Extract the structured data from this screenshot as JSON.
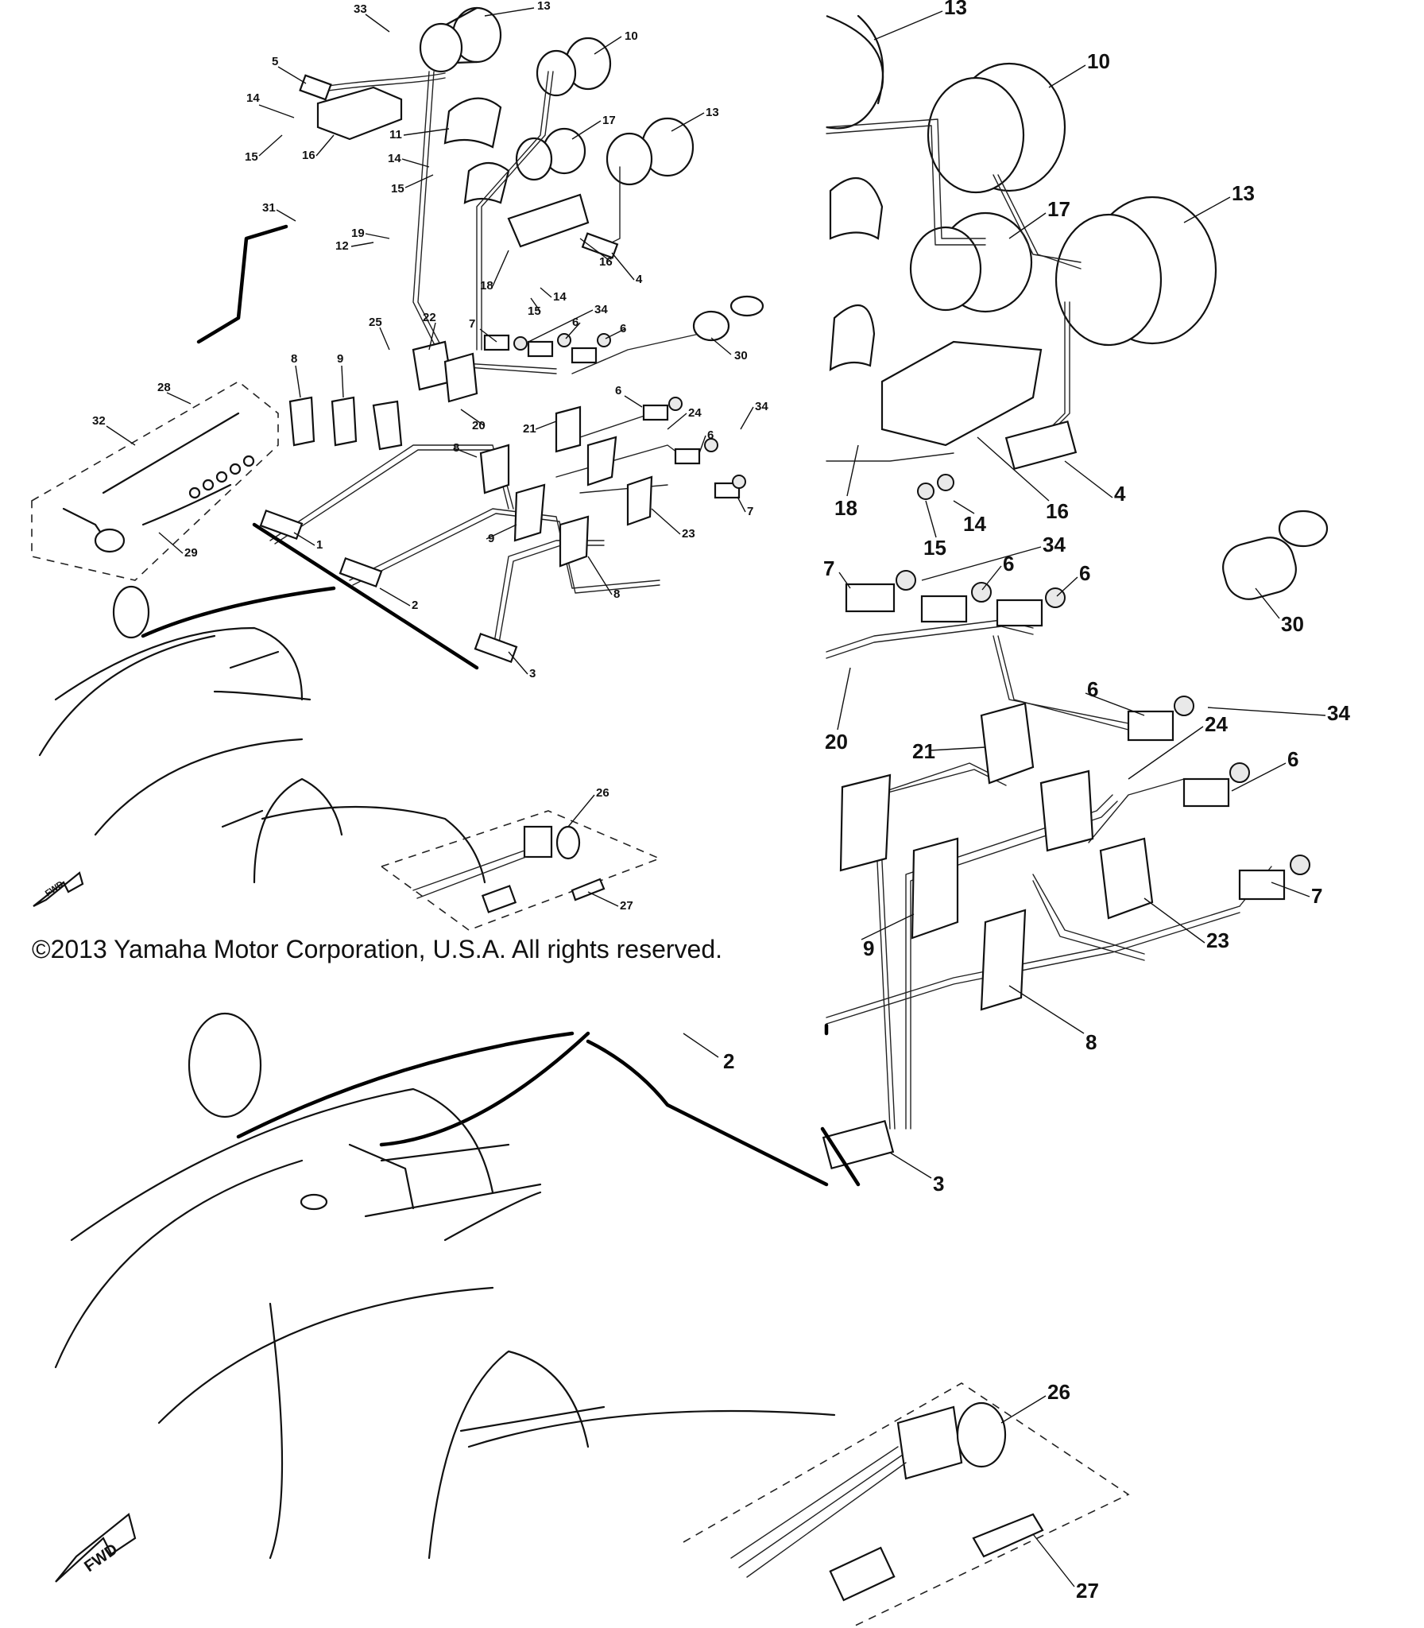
{
  "copyright": "©2013 Yamaha Motor Corporation, U.S.A. All rights reserved.",
  "fwd_label": "FWD",
  "parts_small": [
    {
      "id": "p33",
      "text": "33"
    },
    {
      "id": "p13a",
      "text": "13"
    },
    {
      "id": "p10",
      "text": "10"
    },
    {
      "id": "p5",
      "text": "5"
    },
    {
      "id": "p14a",
      "text": "14"
    },
    {
      "id": "p15a",
      "text": "15"
    },
    {
      "id": "p16a",
      "text": "16"
    },
    {
      "id": "p11",
      "text": "11"
    },
    {
      "id": "p14b",
      "text": "14"
    },
    {
      "id": "p15b",
      "text": "15"
    },
    {
      "id": "p17",
      "text": "17"
    },
    {
      "id": "p13b",
      "text": "13"
    },
    {
      "id": "p31",
      "text": "31"
    },
    {
      "id": "p19",
      "text": "19"
    },
    {
      "id": "p12",
      "text": "12"
    },
    {
      "id": "p18",
      "text": "18"
    },
    {
      "id": "p16b",
      "text": "16"
    },
    {
      "id": "p4",
      "text": "4"
    },
    {
      "id": "p15c",
      "text": "15"
    },
    {
      "id": "p14c",
      "text": "14"
    },
    {
      "id": "p25",
      "text": "25"
    },
    {
      "id": "p22",
      "text": "22"
    },
    {
      "id": "p7a",
      "text": "7"
    },
    {
      "id": "p34a",
      "text": "34"
    },
    {
      "id": "p6a",
      "text": "6"
    },
    {
      "id": "p6b",
      "text": "6"
    },
    {
      "id": "p30",
      "text": "30"
    },
    {
      "id": "p28",
      "text": "28"
    },
    {
      "id": "p8a",
      "text": "8"
    },
    {
      "id": "p9a",
      "text": "9"
    },
    {
      "id": "p32",
      "text": "32"
    },
    {
      "id": "p20",
      "text": "20"
    },
    {
      "id": "p6c",
      "text": "6"
    },
    {
      "id": "p34b",
      "text": "34"
    },
    {
      "id": "p21",
      "text": "21"
    },
    {
      "id": "p24",
      "text": "24"
    },
    {
      "id": "p8b",
      "text": "8"
    },
    {
      "id": "p6d",
      "text": "6"
    },
    {
      "id": "p7b",
      "text": "7"
    },
    {
      "id": "p29",
      "text": "29"
    },
    {
      "id": "p1",
      "text": "1"
    },
    {
      "id": "p9b",
      "text": "9"
    },
    {
      "id": "p23",
      "text": "23"
    },
    {
      "id": "p2",
      "text": "2"
    },
    {
      "id": "p8c",
      "text": "8"
    },
    {
      "id": "p3",
      "text": "3"
    },
    {
      "id": "p26",
      "text": "26"
    },
    {
      "id": "p27",
      "text": "27"
    }
  ],
  "parts_large": [
    {
      "id": "L13a",
      "text": "13"
    },
    {
      "id": "L10",
      "text": "10"
    },
    {
      "id": "L17",
      "text": "17"
    },
    {
      "id": "L13b",
      "text": "13"
    },
    {
      "id": "L18",
      "text": "18"
    },
    {
      "id": "L16",
      "text": "16"
    },
    {
      "id": "L4",
      "text": "4"
    },
    {
      "id": "L14",
      "text": "14"
    },
    {
      "id": "L15",
      "text": "15"
    },
    {
      "id": "L7a",
      "text": "7"
    },
    {
      "id": "L34a",
      "text": "34"
    },
    {
      "id": "L6a",
      "text": "6"
    },
    {
      "id": "L6b",
      "text": "6"
    },
    {
      "id": "L30",
      "text": "30"
    },
    {
      "id": "L20",
      "text": "20"
    },
    {
      "id": "L6c",
      "text": "6"
    },
    {
      "id": "L34b",
      "text": "34"
    },
    {
      "id": "L21",
      "text": "21"
    },
    {
      "id": "L24",
      "text": "24"
    },
    {
      "id": "L6d",
      "text": "6"
    },
    {
      "id": "L7b",
      "text": "7"
    },
    {
      "id": "L9",
      "text": "9"
    },
    {
      "id": "L23",
      "text": "23"
    },
    {
      "id": "L8",
      "text": "8"
    },
    {
      "id": "L2",
      "text": "2"
    },
    {
      "id": "L3",
      "text": "3"
    },
    {
      "id": "L26",
      "text": "26"
    },
    {
      "id": "L27",
      "text": "27"
    }
  ]
}
